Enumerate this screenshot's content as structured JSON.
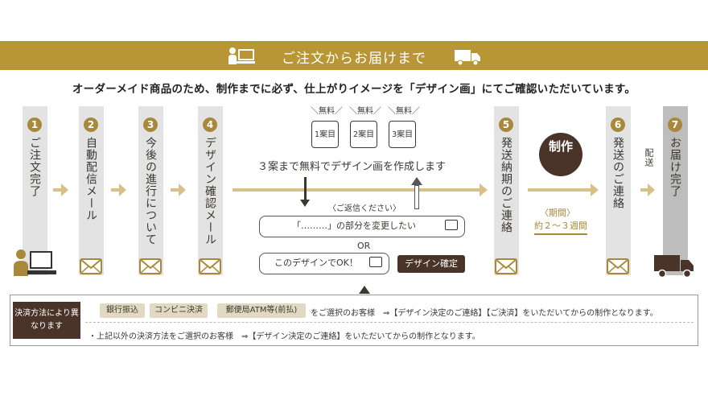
{
  "banner": {
    "title": "ご注文からお届けまで"
  },
  "intro": "オーダーメイド商品のため、制作までに必ず、仕上がりイメージを「デザイン画」にてご確認いただいています。",
  "steps": [
    {
      "num": "1",
      "label": "ご注文完了"
    },
    {
      "num": "2",
      "label": "自動配信メール"
    },
    {
      "num": "3",
      "label": "今後の進行について"
    },
    {
      "num": "4",
      "label": "デザイン確認メール"
    },
    {
      "num": "5",
      "label": "発送納期のご連絡"
    },
    {
      "num": "6",
      "label": "発送のご連絡"
    },
    {
      "num": "7",
      "label": "お届け完了"
    }
  ],
  "design": {
    "free_label": "＼無料／",
    "plans": [
      "1案目",
      "2案目",
      "3案目"
    ],
    "headline": "３案まで無料でデザイン画を作成します",
    "reply_prompt": "〈ご返信ください〉",
    "bubble_change": "「………」の部分を変更したい",
    "or": "OR",
    "bubble_ok": "このデザインでOK！",
    "confirm_button": "デザイン確定"
  },
  "production": {
    "label": "制作",
    "period_title": "〈期間〉",
    "period": "約２〜３週間"
  },
  "ship_label": "配送",
  "payment": {
    "label": "決済方法により異なります",
    "methods": [
      "銀行振込",
      "コンビニ決済",
      "郵便局ATM等(前払)"
    ],
    "line1_suffix": "をご選択のお客様　⇒【デザイン決定のご連絡】【ご決済】をいただいてからの制作となります。",
    "line2": "・上記以外の決済方法をご選択のお客様　⇒【デザイン決定のご連絡】をいただいてからの制作となります。"
  },
  "colors": {
    "gold": "#b89636",
    "dark_brown": "#4a3328",
    "arrow": "#d8c088"
  },
  "icons": [
    "person-computer-icon",
    "truck-icon",
    "mail-icon",
    "arrow-right-icon"
  ]
}
